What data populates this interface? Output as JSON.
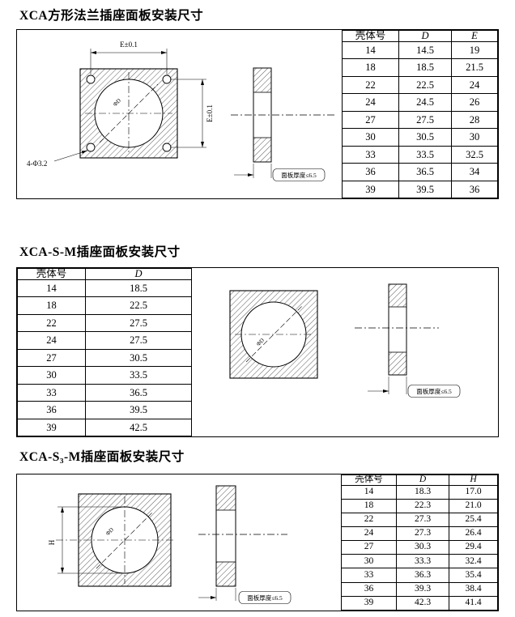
{
  "document": {
    "background": "#ffffff",
    "ink": "#000000"
  },
  "sections": [
    {
      "title": "XCA方形法兰插座面板安装尺寸",
      "drawing": {
        "dim_top": "E±0.1",
        "dim_right": "E±0.1",
        "corner_label": "4-Φ3.2",
        "bore_label": "ΦD",
        "thickness_label": "面板厚度≤6.5"
      },
      "table": {
        "headers": [
          "壳体号",
          "D",
          "E"
        ],
        "rows": [
          [
            "14",
            "14.5",
            "19"
          ],
          [
            "18",
            "18.5",
            "21.5"
          ],
          [
            "22",
            "22.5",
            "24"
          ],
          [
            "24",
            "24.5",
            "26"
          ],
          [
            "27",
            "27.5",
            "28"
          ],
          [
            "30",
            "30.5",
            "30"
          ],
          [
            "33",
            "33.5",
            "32.5"
          ],
          [
            "36",
            "36.5",
            "34"
          ],
          [
            "39",
            "39.5",
            "36"
          ]
        ]
      }
    },
    {
      "title": "XCA-S-M插座面板安装尺寸",
      "drawing": {
        "bore_label": "ΦD",
        "thickness_label": "面板厚度≤6.5"
      },
      "table": {
        "headers": [
          "壳体号",
          "D"
        ],
        "rows": [
          [
            "14",
            "18.5"
          ],
          [
            "18",
            "22.5"
          ],
          [
            "22",
            "27.5"
          ],
          [
            "24",
            "27.5"
          ],
          [
            "27",
            "30.5"
          ],
          [
            "30",
            "33.5"
          ],
          [
            "33",
            "36.5"
          ],
          [
            "36",
            "39.5"
          ],
          [
            "39",
            "42.5"
          ]
        ]
      }
    },
    {
      "title": "XCA-S₃-M插座面板安装尺寸",
      "drawing": {
        "dim_left": "H",
        "bore_label": "ΦD",
        "thickness_label": "面板厚度≤6.5"
      },
      "table": {
        "headers": [
          "壳体号",
          "D",
          "H"
        ],
        "rows": [
          [
            "14",
            "18.3",
            "17.0"
          ],
          [
            "18",
            "22.3",
            "21.0"
          ],
          [
            "22",
            "27.3",
            "25.4"
          ],
          [
            "24",
            "27.3",
            "26.4"
          ],
          [
            "27",
            "30.3",
            "29.4"
          ],
          [
            "30",
            "33.3",
            "32.4"
          ],
          [
            "33",
            "36.3",
            "35.4"
          ],
          [
            "36",
            "39.3",
            "38.4"
          ],
          [
            "39",
            "42.3",
            "41.4"
          ]
        ]
      }
    }
  ]
}
